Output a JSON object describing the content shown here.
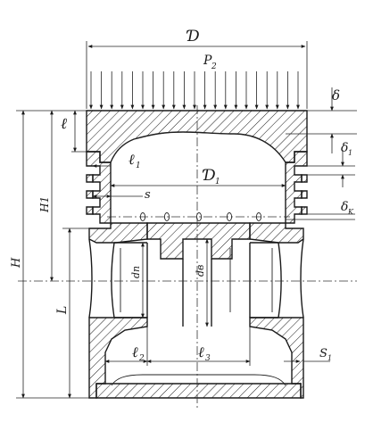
{
  "labels": {
    "D": "Ɗ",
    "P2": "P",
    "P2_sub": "2",
    "delta": "δ",
    "l_top": "ℓ",
    "l1": "ℓ",
    "l1_sub": "1",
    "D1": "Ɗ",
    "D1_sub": "1",
    "s_wall": "s",
    "delta1": "δ",
    "delta1_sub": "1",
    "delta_k": "δ",
    "delta_k_sub": "K",
    "H1": "H1",
    "H": "H",
    "L": "L",
    "dn": "dп",
    "db": "dв",
    "l2": "ℓ",
    "l2_sub": "2",
    "l3": "ℓ",
    "l3_sub": "3",
    "S1": "S",
    "S1_sub": "1"
  }
}
